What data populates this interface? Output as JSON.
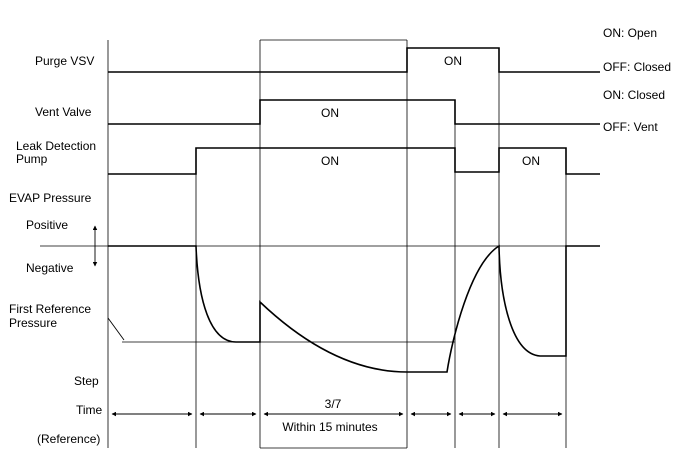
{
  "row_labels": {
    "purge_vsv": "Purge VSV",
    "vent_valve": "Vent Valve",
    "leak_pump_line1": "Leak Detection",
    "leak_pump_line2": "Pump",
    "evap_pressure": "EVAP Pressure",
    "positive": "Positive",
    "negative": "Negative",
    "first_ref_line1": "First Reference",
    "first_ref_line2": "Pressure",
    "step": "Step",
    "time": "Time",
    "reference": "(Reference)"
  },
  "state_labels": {
    "purge_on": "ON: Open",
    "purge_off": "OFF: Closed",
    "vent_on": "ON: Closed",
    "vent_off": "OFF: Vent"
  },
  "pulse_labels": {
    "purge_on": "ON",
    "vent_on": "ON",
    "pump_on_1": "ON",
    "pump_on_2": "ON"
  },
  "step_labels": {
    "step_number": "3/7",
    "duration": "Within 15 minutes"
  }
}
